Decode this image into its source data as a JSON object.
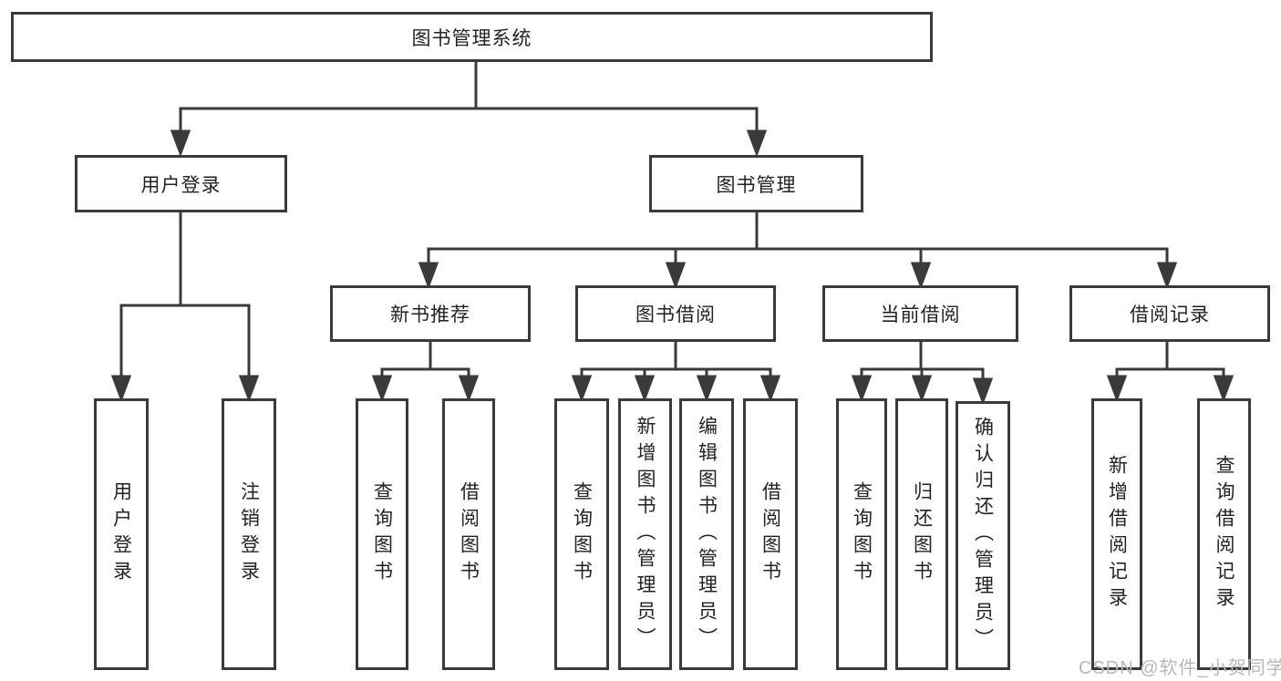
{
  "tree": {
    "label": "图书管理系统",
    "children": [
      {
        "label": "用户登录",
        "children": [
          {
            "label": "用户登录"
          },
          {
            "label": "注销登录"
          }
        ]
      },
      {
        "label": "图书管理",
        "children": [
          {
            "label": "新书推荐",
            "children": [
              {
                "label": "查询图书"
              },
              {
                "label": "借阅图书"
              }
            ]
          },
          {
            "label": "图书借阅",
            "children": [
              {
                "label": "查询图书"
              },
              {
                "label": "新增图书（管理员）"
              },
              {
                "label": "编辑图书（管理员）"
              },
              {
                "label": "借阅图书"
              }
            ]
          },
          {
            "label": "当前借阅",
            "children": [
              {
                "label": "查询图书"
              },
              {
                "label": "归还图书"
              },
              {
                "label": "确认归还（管理员）"
              }
            ]
          },
          {
            "label": "借阅记录",
            "children": [
              {
                "label": "新增借阅记录"
              },
              {
                "label": "查询借阅记录"
              }
            ]
          }
        ]
      }
    ]
  },
  "watermark": {
    "text": "CSDN @软件_小贺同学"
  },
  "colors": {
    "line": "#3a3a3c",
    "text": "#232327",
    "watermark": "#b4b8c0",
    "background": "#ffffff"
  }
}
